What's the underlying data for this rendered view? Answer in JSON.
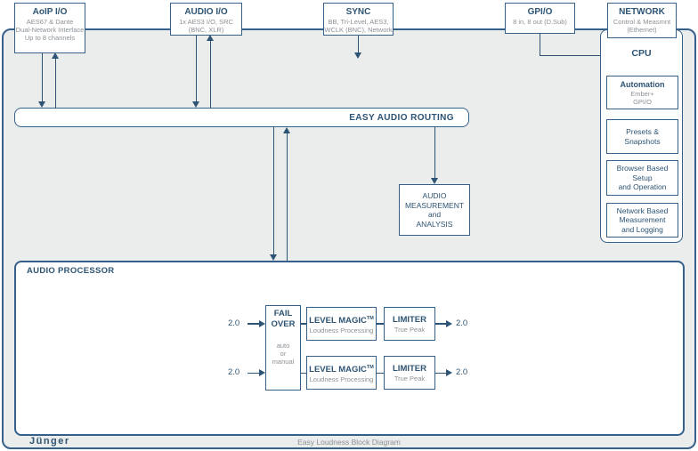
{
  "colors": {
    "navy": "#2d5474",
    "border": "#35608a",
    "panel_gray": "#ebecec",
    "text_gray": "#8b9196"
  },
  "top_boxes": [
    {
      "id": "aoip",
      "title": "AoIP I/O",
      "lines": [
        "AES67 & Dante",
        "Dual-Network Interface",
        "Up to 8 channels"
      ]
    },
    {
      "id": "audio-io",
      "title": "AUDIO I/O",
      "lines": [
        "1x AES3 I/O, SRC",
        "(BNC, XLR)"
      ]
    },
    {
      "id": "sync",
      "title": "SYNC",
      "lines": [
        "BB, Tri-Level, AES3,",
        "WCLK (BNC), Network"
      ]
    },
    {
      "id": "gpio",
      "title": "GPI/O",
      "lines": [
        "8 in, 8 out (D.Sub)"
      ]
    },
    {
      "id": "network",
      "title": "NETWORK",
      "lines": [
        "Control & Measmnt",
        "(Ethernet)"
      ]
    }
  ],
  "cpu": {
    "title": "CPU",
    "automation": {
      "title": "Automation",
      "sub": [
        "Ember+",
        "GPI/O"
      ]
    },
    "presets": {
      "lines": [
        "Presets &",
        "Snapshots"
      ]
    },
    "browser": {
      "lines": [
        "Browser Based",
        "Setup",
        "and Operation"
      ]
    },
    "netmeas": {
      "lines": [
        "Network Based",
        "Measurement",
        "and Logging"
      ]
    }
  },
  "routing": {
    "label": "EASY AUDIO ROUTING"
  },
  "measurement": {
    "lines": [
      "AUDIO",
      "MEASUREMENT",
      "and",
      "ANALYSIS"
    ]
  },
  "processor": {
    "label": "AUDIO PROCESSOR",
    "failover": {
      "title": [
        "FAIL",
        "OVER"
      ],
      "modes": [
        "auto",
        "or",
        "manual"
      ]
    },
    "chains": [
      {
        "input": "2.0",
        "lm_title": "LEVEL MAGIC",
        "lm_tm": "TM",
        "lm_sub": "Loudness Processing",
        "limiter_title": "LIMITER",
        "limiter_sub": "True Peak",
        "output": "2.0"
      },
      {
        "input": "2.0",
        "lm_title": "LEVEL MAGIC",
        "lm_tm": "TM",
        "lm_sub": "Loudness Processing",
        "limiter_title": "LIMITER",
        "limiter_sub": "True Peak",
        "output": "2.0"
      }
    ]
  },
  "footer": {
    "logo": "Jünger",
    "caption": "Easy Loudness Block Diagram"
  }
}
